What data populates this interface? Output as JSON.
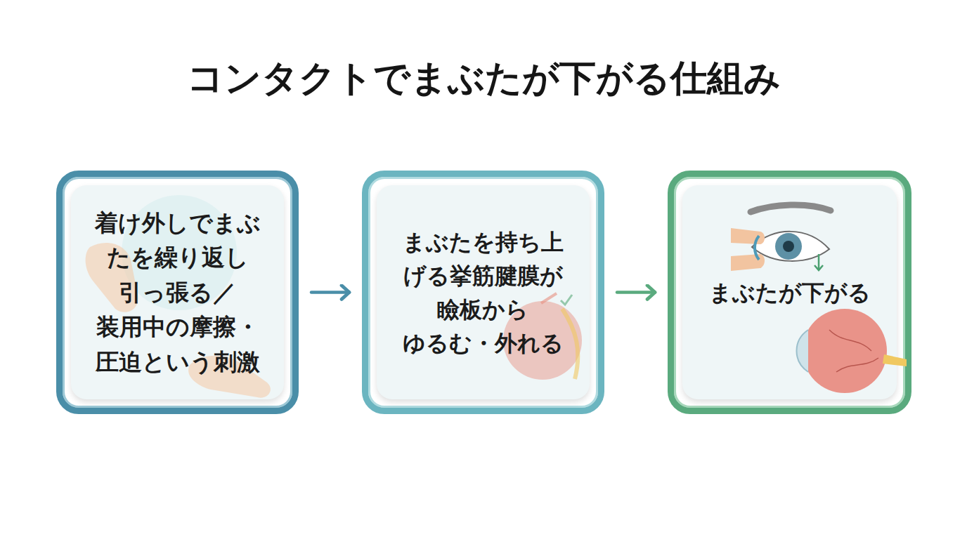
{
  "diagram": {
    "title": "コンタクトでまぶたが下がる仕組み",
    "nodes": [
      {
        "text": [
          "着け外しでまぶ たを繰り返し 引っ張る／ 装用中の摩擦・ 圧迫という刺激"
        ]
      },
      {
        "text": [
          "まぶたを持ち上 げる挙筋腱膜が 瞼板から ゆるむ・外れる"
        ]
      },
      {
        "text": [
          "まぶたが下がる"
        ]
      }
    ],
    "edges": [
      {
        "from": 0,
        "to": 1,
        "arrow": "to"
      },
      {
        "from": 1,
        "to": 2,
        "arrow": "to"
      }
    ]
  }
}
